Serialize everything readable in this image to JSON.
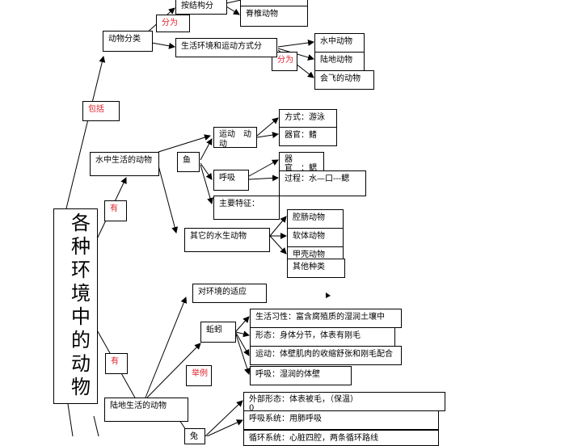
{
  "title": "各种环境中的动物",
  "labels": {
    "baokuo": "包括",
    "you1": "有",
    "you2": "有",
    "fenwei1": "分为",
    "fenwei2": "分为",
    "juli": "举例"
  },
  "classification": {
    "root": "动物分类",
    "by_structure": "按结构分",
    "vertebrate": "脊椎动物",
    "by_environment": "生活环境和运动方式分",
    "aquatic": "水中动物",
    "terrestrial": "陆地动物",
    "flying": "会飞的动物"
  },
  "aquatic_animals": {
    "root": "水中生活的动物",
    "fish": "鱼",
    "movement": "运动　动动",
    "movement_method": "方式：游泳",
    "movement_organ": "器官：鳍",
    "breathing": "呼吸",
    "breathing_organ": "器　官　：鳃",
    "breathing_process": "过程：水—口---鳃",
    "main_features": "主要特征：",
    "other": "其它的水生动物",
    "coelenterates": "腔肠动物",
    "molluscs": "软体动物",
    "crustaceans": "甲壳动物",
    "others": "其他种类"
  },
  "land_animals": {
    "adaptation": "对环境的适应",
    "earthworm": "蚯蚓",
    "habit": "生活习性：富含腐殖质的湿润土壤中",
    "shape": "形态：身体分节，体表有刚毛",
    "motion": "运动：体壁肌肉的收缩舒张和刚毛配合",
    "respiration": "呼吸：湿润的体壁",
    "root": "陆地生活的动物",
    "outer_form": "外部形态：体表被毛，（保温）",
    "outer_form_tail": "0",
    "respiratory_system": "呼吸系统：用肺呼吸",
    "circulatory_partial": "循环系统：心脏四腔，两条循环路线",
    "partial_node": "兔"
  }
}
